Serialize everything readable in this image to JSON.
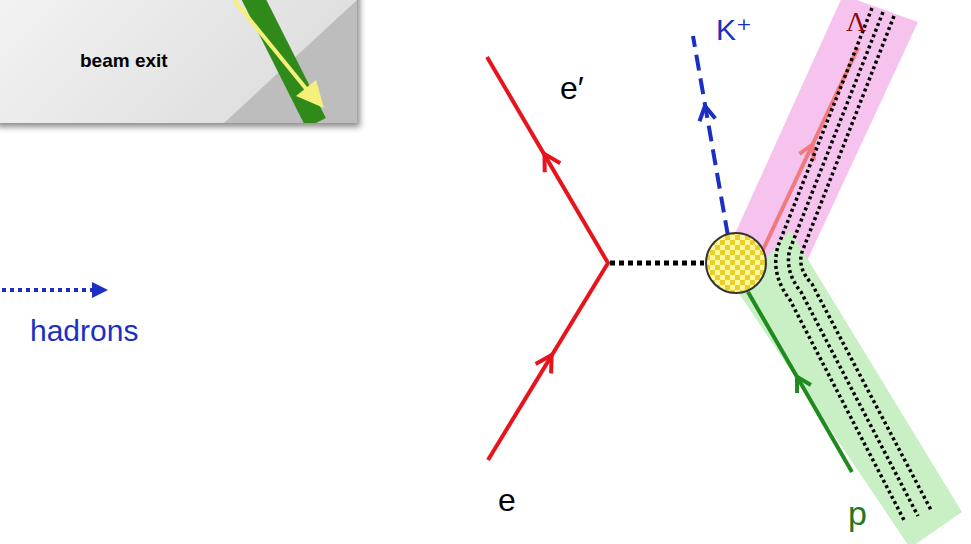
{
  "diagram": {
    "nodes": [
      {
        "text": [
          "beam exit"
        ]
      },
      {
        "text": [
          "Λ"
        ]
      },
      {
        "text": [
          "p"
        ]
      }
    ],
    "labels": [
      "hadrons",
      "e′",
      "K⁺",
      "e"
    ]
  }
}
